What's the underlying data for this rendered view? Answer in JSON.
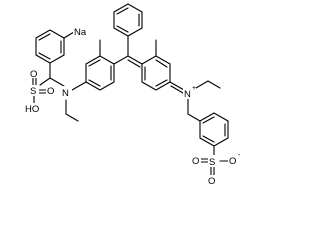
{
  "molecule": {
    "atom_labels": {
      "sodium": "Na",
      "nitrogen_amine": "N",
      "nitrogen_iminium": "N",
      "iminium_charge": "+",
      "sulfonic_acid_s": "S",
      "sulfonic_acid_o_top": "O",
      "sulfonic_acid_o_right": "O",
      "sulfonic_acid_oh": "HO",
      "sulfonate_s": "S",
      "sulfonate_o_top": "O",
      "sulfonate_o_bottom": "O",
      "sulfonate_o_minus": "O",
      "sulfonate_charge": "-"
    }
  }
}
